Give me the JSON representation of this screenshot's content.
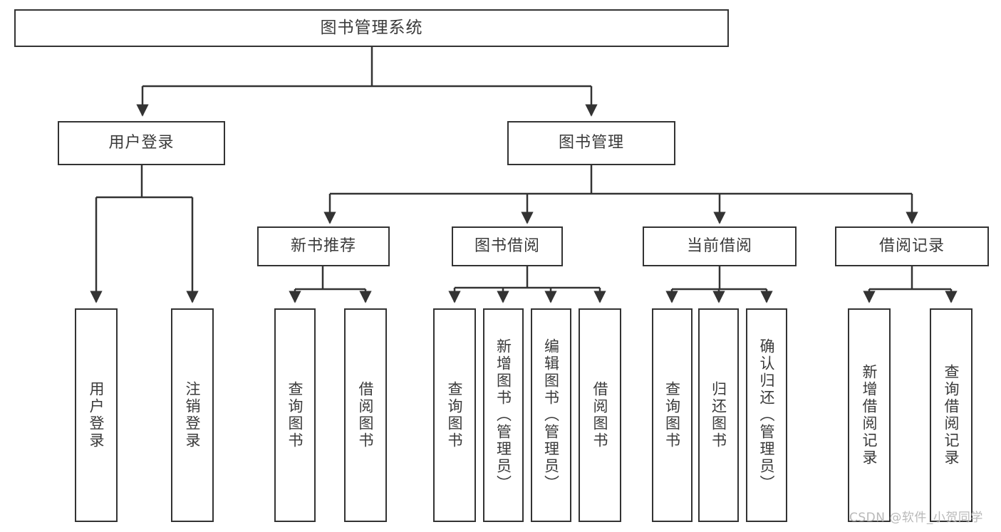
{
  "diagram": {
    "title": "图书管理系统",
    "type": "hierarchy-tree",
    "root": {
      "label": "图书管理系统"
    },
    "level2": [
      {
        "label": "用户登录"
      },
      {
        "label": "图书管理"
      }
    ],
    "level3": [
      {
        "label": "新书推荐"
      },
      {
        "label": "图书借阅"
      },
      {
        "label": "当前借阅"
      },
      {
        "label": "借阅记录"
      }
    ],
    "leaves": {
      "user_login": [
        {
          "label": "用户登录"
        },
        {
          "label": "注销登录"
        }
      ],
      "new_book_recommend": [
        {
          "label": "查询图书"
        },
        {
          "label": "借阅图书"
        }
      ],
      "book_borrow": [
        {
          "label": "查询图书"
        },
        {
          "label": "新增图书（管理员）"
        },
        {
          "label": "编辑图书（管理员）"
        },
        {
          "label": "借阅图书"
        }
      ],
      "current_borrow": [
        {
          "label": "查询图书"
        },
        {
          "label": "归还图书"
        },
        {
          "label": "确认归还（管理员）"
        }
      ],
      "borrow_record": [
        {
          "label": "新增借阅记录"
        },
        {
          "label": "查询借阅记录"
        }
      ]
    }
  },
  "watermark": {
    "text": "CSDN @软件_小贺同学"
  },
  "colors": {
    "stroke": "#333333",
    "text": "#3a3a3a",
    "background": "#ffffff",
    "watermark": "#b9b9b9"
  }
}
